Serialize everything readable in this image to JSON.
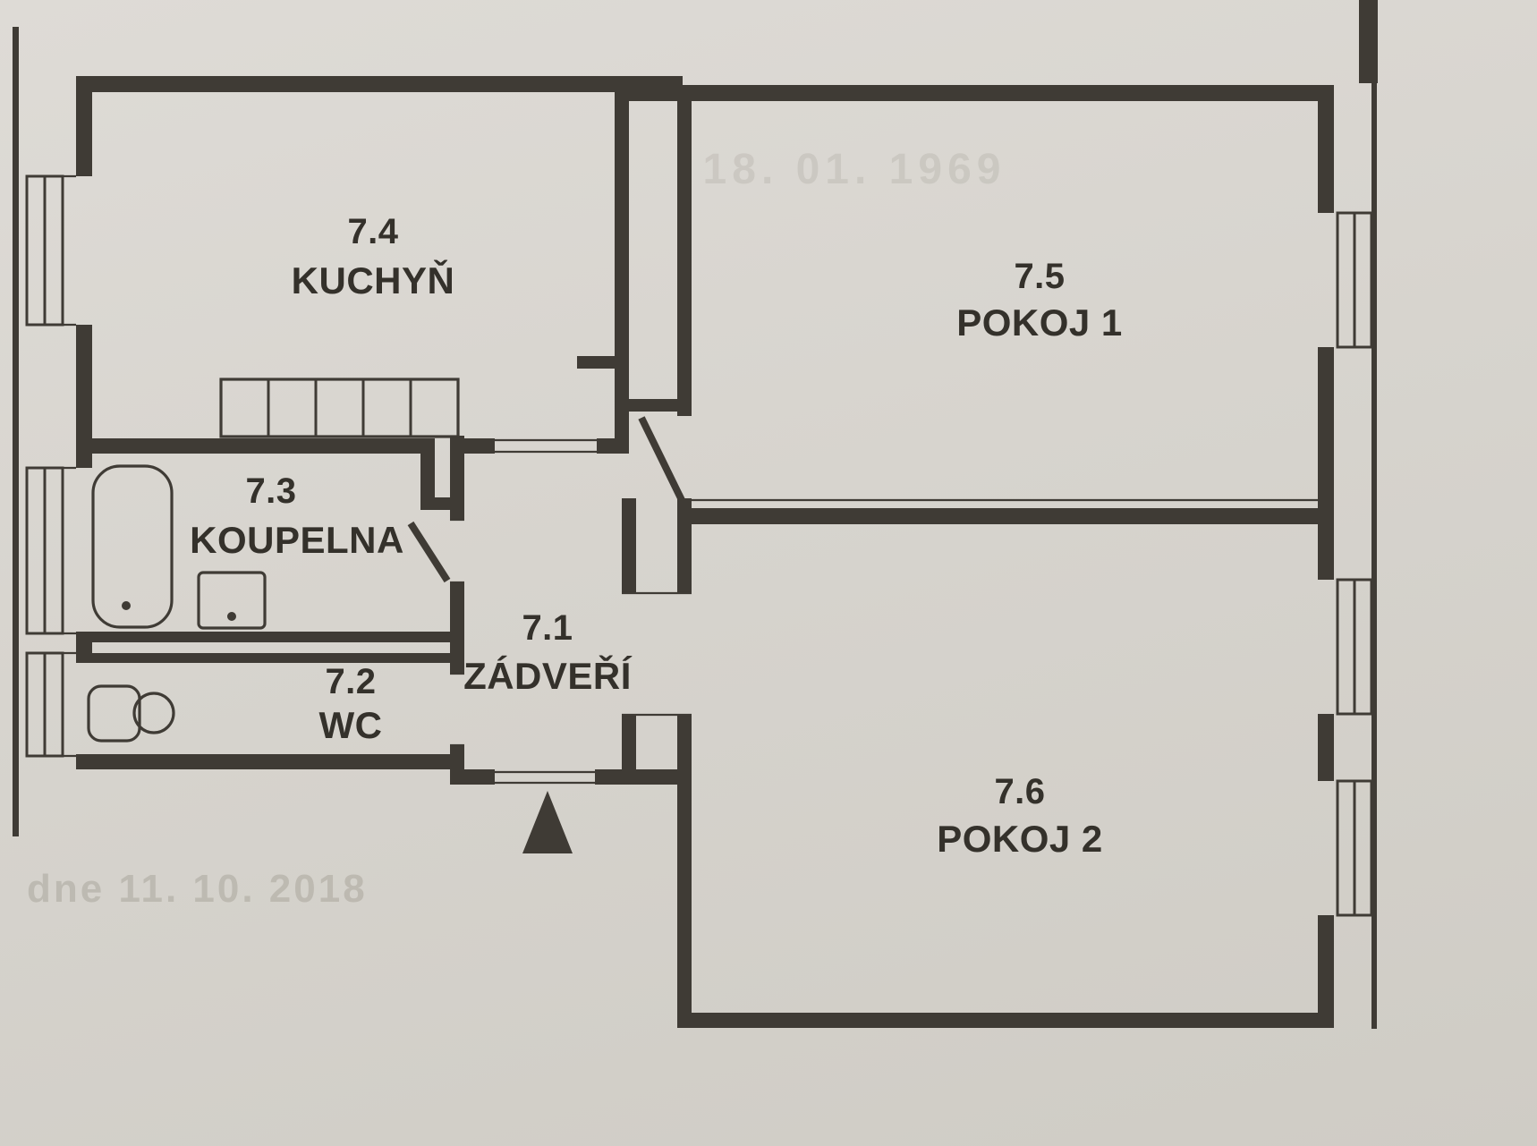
{
  "rooms": [
    {
      "number": "7.1",
      "name": "ZÁDVEŘÍ"
    },
    {
      "number": "7.2",
      "name": "WC"
    },
    {
      "number": "7.3",
      "name": "KOUPELNA"
    },
    {
      "number": "7.4",
      "name": "KUCHYŇ"
    },
    {
      "number": "7.5",
      "name": "POKOJ 1"
    },
    {
      "number": "7.6",
      "name": "POKOJ 2"
    }
  ],
  "stamps": {
    "top": "18. 01. 1969",
    "bottom": "dne 11. 10. 2018"
  },
  "colors": {
    "paper": "#d7d4ce",
    "wall": "#3f3b35",
    "label": "#34312b",
    "stamp": "#8e897d"
  },
  "fixtures": {
    "bathtub": "bathtub-icon",
    "sink": "sink-icon",
    "toilet": "toilet-icon",
    "kitchen_counter": "kitchen-counter-icon",
    "entrance_arrow": "entrance-arrow-icon",
    "window": "window-icon"
  }
}
